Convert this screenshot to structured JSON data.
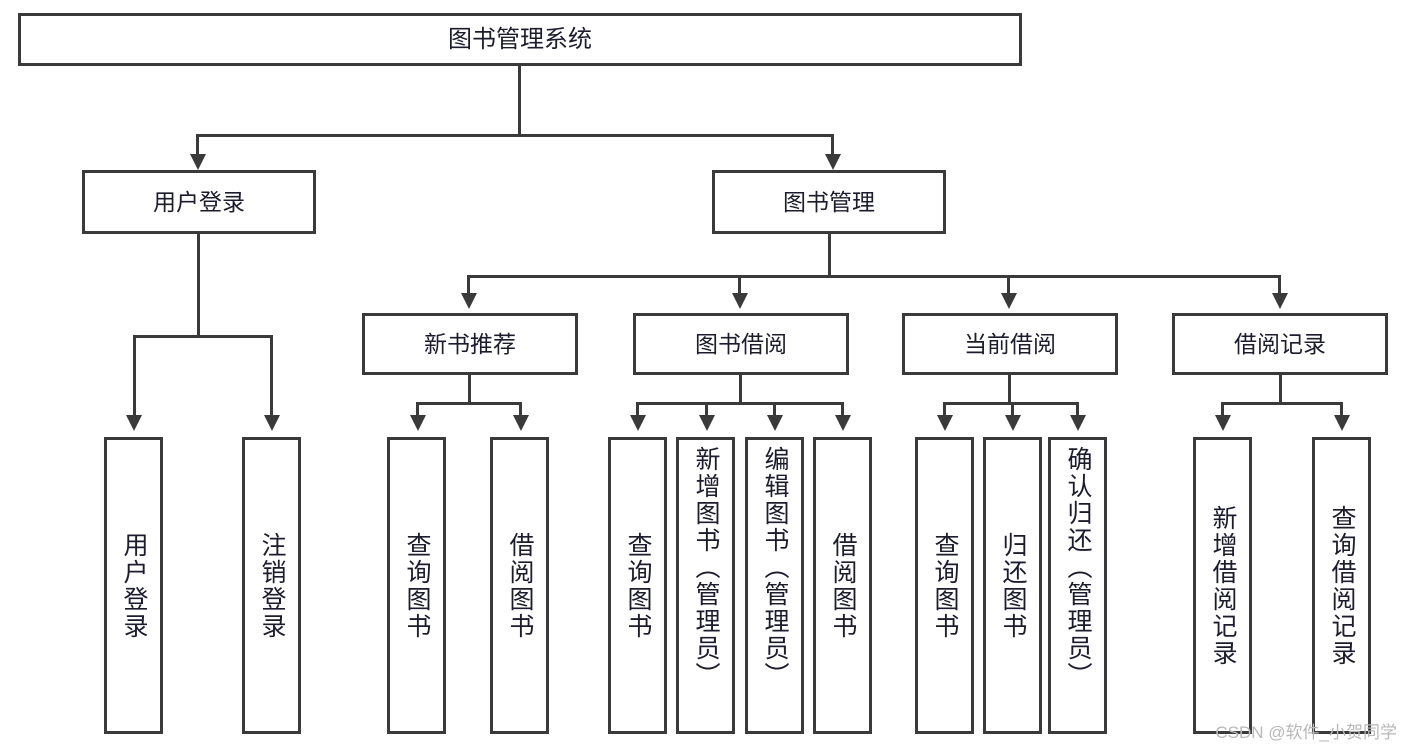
{
  "diagram": {
    "title": "图书管理系统",
    "type": "tree",
    "root": {
      "label": "图书管理系统"
    },
    "level2": [
      {
        "label": "用户登录"
      },
      {
        "label": "图书管理"
      }
    ],
    "level3": [
      {
        "label": "新书推荐"
      },
      {
        "label": "图书借阅"
      },
      {
        "label": "当前借阅"
      },
      {
        "label": "借阅记录"
      }
    ],
    "leaves": {
      "user_login": [
        {
          "label": "用户登录"
        },
        {
          "label": "注销登录"
        }
      ],
      "new_book_recommend": [
        {
          "label": "查询图书"
        },
        {
          "label": "借阅图书"
        }
      ],
      "book_borrow": [
        {
          "label": "查询图书"
        },
        {
          "label": "新增图书（管理员）"
        },
        {
          "label": "编辑图书（管理员）"
        },
        {
          "label": "借阅图书"
        }
      ],
      "current_borrow": [
        {
          "label": "查询图书"
        },
        {
          "label": "归还图书"
        },
        {
          "label": "确认归还（管理员）"
        }
      ],
      "borrow_record": [
        {
          "label": "新增借阅记录"
        },
        {
          "label": "查询借阅记录"
        }
      ]
    }
  },
  "watermark": {
    "text": "CSDN @软件_小贺同学"
  },
  "colors": {
    "stroke": "#3a3a3a",
    "text": "#1c1c2e",
    "background": "#ffffff",
    "watermark": "#b8b8b8"
  }
}
